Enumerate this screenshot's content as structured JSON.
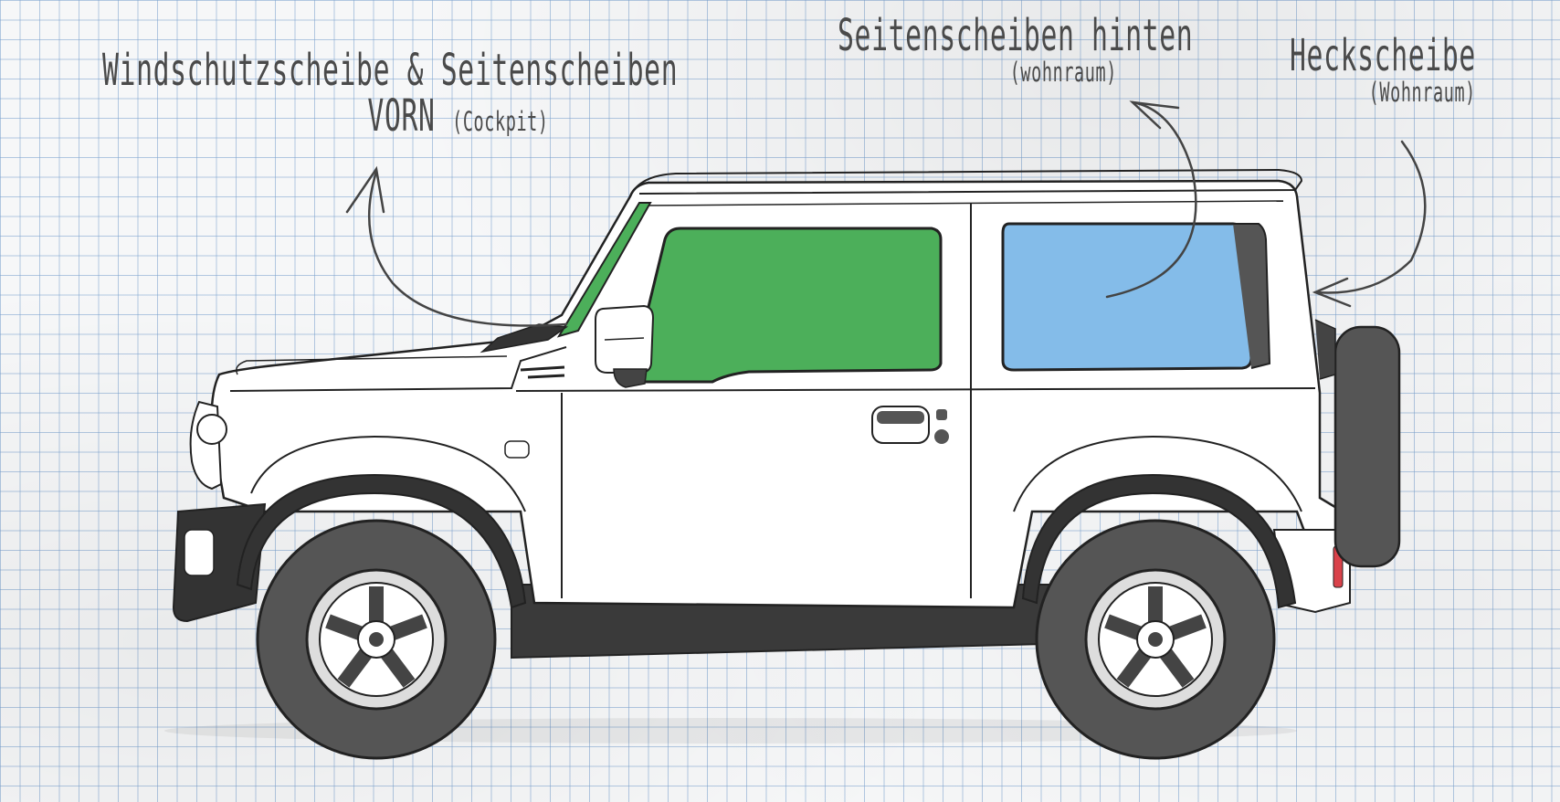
{
  "labels": {
    "front": {
      "line1": "Windschutzscheibe & Seitenscheiben",
      "line2": "VORN",
      "line2_sub": "(Cockpit)"
    },
    "rear_side": {
      "line1": "Seitenscheiben hinten",
      "line2": "(wohnraum)"
    },
    "rear": {
      "line1": "Heckscheibe",
      "line2": "(Wohnraum)"
    }
  },
  "colors": {
    "front_windows": "#4caf5a",
    "rear_side_window": "#84bce9",
    "body": "#ffffff",
    "outline": "#222222",
    "tyre": "#555555",
    "grid": "#9fbfe0"
  },
  "icons": [
    "arrow-icon",
    "car-icon",
    "wheel-icon",
    "spare-tire-icon",
    "mirror-icon",
    "door-handle-icon"
  ]
}
